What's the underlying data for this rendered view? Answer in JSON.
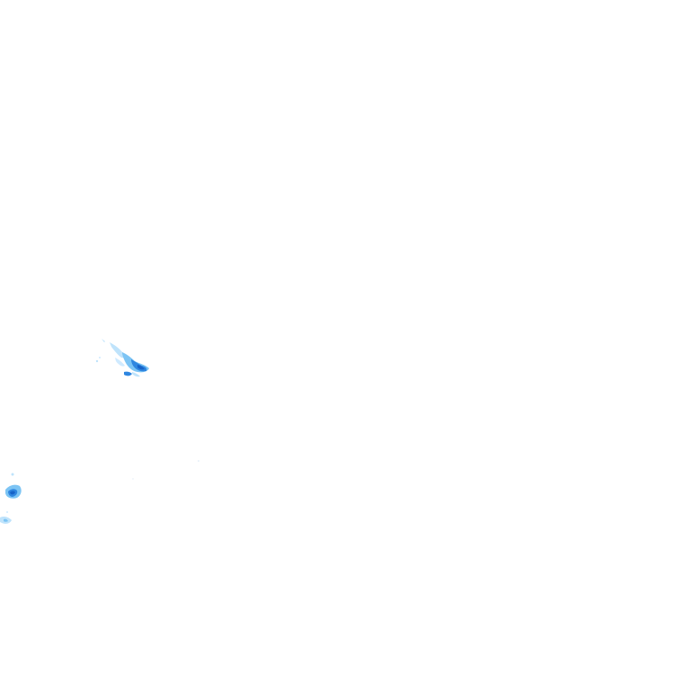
{
  "map": {
    "background": "#ffffff",
    "layer": "rain-radar-overlay",
    "intensity_colors": {
      "light": "#bfe3fb",
      "moderate": "#7cc4f4",
      "heavy": "#2f86e0",
      "very_heavy": "#1763c8"
    },
    "echoes": [
      {
        "id": "cell-a",
        "intensity": "heavy"
      },
      {
        "id": "cell-b",
        "intensity": "heavy"
      },
      {
        "id": "cell-c",
        "intensity": "light"
      }
    ]
  }
}
